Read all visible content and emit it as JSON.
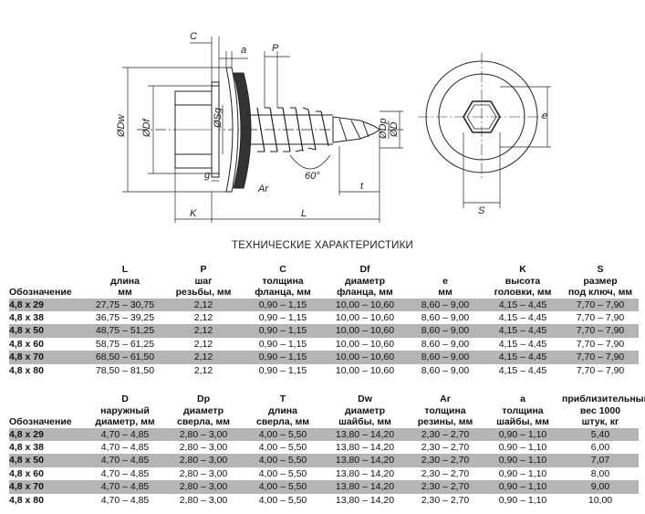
{
  "drawing": {
    "labels": {
      "C": "C",
      "a": "a",
      "P": "P",
      "Dw": "ØDw",
      "Df": "ØDf",
      "Sg": "ØSg",
      "g": "g",
      "Ar": "Ar",
      "angle": "60°",
      "t": "t",
      "K": "K",
      "L": "L",
      "Dp": "ØDp",
      "D": "ØD",
      "e": "e",
      "S": "S"
    }
  },
  "section_title": "ТЕХНИЧЕСКИЕ ХАРАКТЕРИСТИКИ",
  "table1": {
    "headers": [
      {
        "lines": [
          "Обозначение"
        ]
      },
      {
        "lines": [
          "L",
          "длина",
          "мм"
        ]
      },
      {
        "lines": [
          "P",
          "шаг",
          "резьбы, мм"
        ]
      },
      {
        "lines": [
          "C",
          "толщина",
          "фланца, мм"
        ]
      },
      {
        "lines": [
          "Df",
          "диаметр",
          "фланца, мм"
        ]
      },
      {
        "lines": [
          "e",
          "мм"
        ]
      },
      {
        "lines": [
          "K",
          "высота",
          "головки, мм"
        ]
      },
      {
        "lines": [
          "S",
          "размер",
          "под ключ, мм"
        ]
      }
    ],
    "rows": [
      [
        "4,8 x 29",
        "27,75 – 30,75",
        "2,12",
        "0,90 – 1,15",
        "10,00 – 10,60",
        "8,60 – 9,00",
        "4,15 – 4,45",
        "7,70 – 7,90"
      ],
      [
        "4,8 x 38",
        "36,75 – 39,25",
        "2,12",
        "0,90 – 1,15",
        "10,00 – 10,60",
        "8,60 – 9,00",
        "4,15 – 4,45",
        "7,70 – 7,90"
      ],
      [
        "4,8 x 50",
        "48,75 – 51,25",
        "2,12",
        "0,90 – 1,15",
        "10,00 – 10,60",
        "8,60 – 9,00",
        "4,15 – 4,45",
        "7,70 – 7,90"
      ],
      [
        "4,8 x 60",
        "58,75 – 61,25",
        "2,12",
        "0,90 – 1,15",
        "10,00 – 10,60",
        "8,60 – 9,00",
        "4,15 – 4,45",
        "7,70 – 7,90"
      ],
      [
        "4,8 x 70",
        "68,50 – 61,50",
        "2,12",
        "0,90 – 1,15",
        "10,00 – 10,60",
        "8,60 – 9,00",
        "4,15 – 4,45",
        "7,70 – 7,90"
      ],
      [
        "4,8 x 80",
        "78,50 – 81,50",
        "2,12",
        "0,90 – 1,15",
        "10,00 – 10,60",
        "8,60 – 9,00",
        "4,15 – 4,45",
        "7,70 – 7,90"
      ]
    ]
  },
  "table2": {
    "headers": [
      {
        "lines": [
          "Обозначение"
        ]
      },
      {
        "lines": [
          "D",
          "наружный",
          "диаметр, мм"
        ]
      },
      {
        "lines": [
          "Dp",
          "диаметр",
          "сверла, мм"
        ]
      },
      {
        "lines": [
          "T",
          "длина",
          "сверла, мм"
        ]
      },
      {
        "lines": [
          "Dw",
          "диаметр",
          "шайбы, мм"
        ]
      },
      {
        "lines": [
          "Ar",
          "толщина",
          "резины, мм"
        ]
      },
      {
        "lines": [
          "a",
          "толщина",
          "шайбы, мм"
        ]
      },
      {
        "lines": [
          "приблизительный",
          "вес 1000",
          "штук, кг"
        ]
      }
    ],
    "rows": [
      [
        "4,8 x 29",
        "4,70 – 4,85",
        "2,80 – 3,00",
        "4,00 – 5,50",
        "13,80 – 14,20",
        "2,30 – 2,70",
        "0,90 – 1,10",
        "5,40"
      ],
      [
        "4,8 x 38",
        "4,70 – 4,85",
        "2,80 – 3,00",
        "4,00 – 5,50",
        "13,80 – 14,20",
        "2,30 – 2,70",
        "0,90 – 1,10",
        "6,00"
      ],
      [
        "4,8 x 50",
        "4,70 – 4,85",
        "2,80 – 3,00",
        "4,00 – 5,50",
        "13,80 – 14,20",
        "2,30 – 2,70",
        "0,90 – 1,10",
        "7,07"
      ],
      [
        "4,8 x 60",
        "4,70 – 4,85",
        "2,80 – 3,00",
        "4,00 – 5,50",
        "13,80 – 14,20",
        "2,30 – 2,70",
        "0,90 – 1,10",
        "8,00"
      ],
      [
        "4,8 x 70",
        "4,70 – 4,85",
        "2,80 – 3,00",
        "4,00 – 5,50",
        "13,80 – 14,20",
        "2,30 – 2,70",
        "0,90 – 1,10",
        "9,00"
      ],
      [
        "4,8 x 80",
        "4,70 – 4,85",
        "2,80 – 3,00",
        "4,00 – 5,50",
        "13,80 – 14,20",
        "2,30 – 2,70",
        "0,90 – 1,10",
        "10,00"
      ]
    ]
  },
  "colors": {
    "row_shade": "#b5b5b5",
    "line": "#222222"
  }
}
